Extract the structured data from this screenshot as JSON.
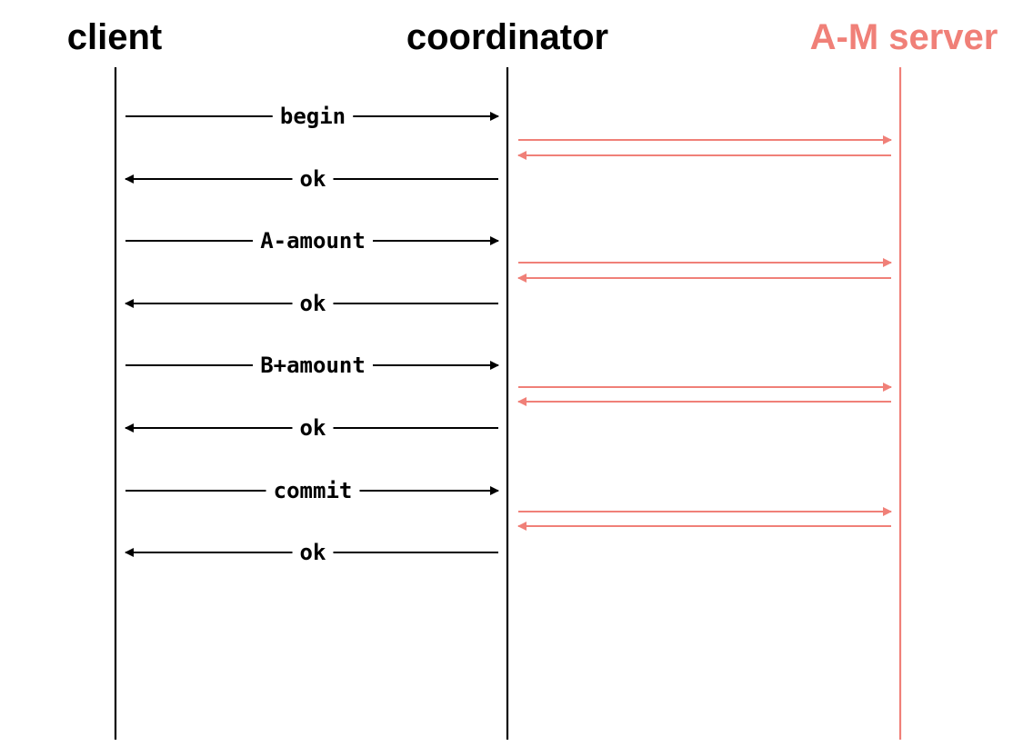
{
  "colors": {
    "primary": "#000000",
    "accent": "#f08078"
  },
  "participants": [
    {
      "id": "client",
      "label": "client",
      "color": "#000000"
    },
    {
      "id": "coordinator",
      "label": "coordinator",
      "color": "#000000"
    },
    {
      "id": "am-server",
      "label": "A-M server",
      "color": "#f08078"
    }
  ],
  "messages": [
    {
      "from": "client",
      "to": "coordinator",
      "label": "begin"
    },
    {
      "from": "coordinator",
      "to": "am-server",
      "label": ""
    },
    {
      "from": "am-server",
      "to": "coordinator",
      "label": ""
    },
    {
      "from": "coordinator",
      "to": "client",
      "label": "ok"
    },
    {
      "from": "client",
      "to": "coordinator",
      "label": "A-amount"
    },
    {
      "from": "coordinator",
      "to": "am-server",
      "label": ""
    },
    {
      "from": "am-server",
      "to": "coordinator",
      "label": ""
    },
    {
      "from": "coordinator",
      "to": "client",
      "label": "ok"
    },
    {
      "from": "client",
      "to": "coordinator",
      "label": "B+amount"
    },
    {
      "from": "coordinator",
      "to": "am-server",
      "label": ""
    },
    {
      "from": "am-server",
      "to": "coordinator",
      "label": ""
    },
    {
      "from": "coordinator",
      "to": "client",
      "label": "ok"
    },
    {
      "from": "client",
      "to": "coordinator",
      "label": "commit"
    },
    {
      "from": "coordinator",
      "to": "am-server",
      "label": ""
    },
    {
      "from": "am-server",
      "to": "coordinator",
      "label": ""
    },
    {
      "from": "coordinator",
      "to": "client",
      "label": "ok"
    }
  ]
}
